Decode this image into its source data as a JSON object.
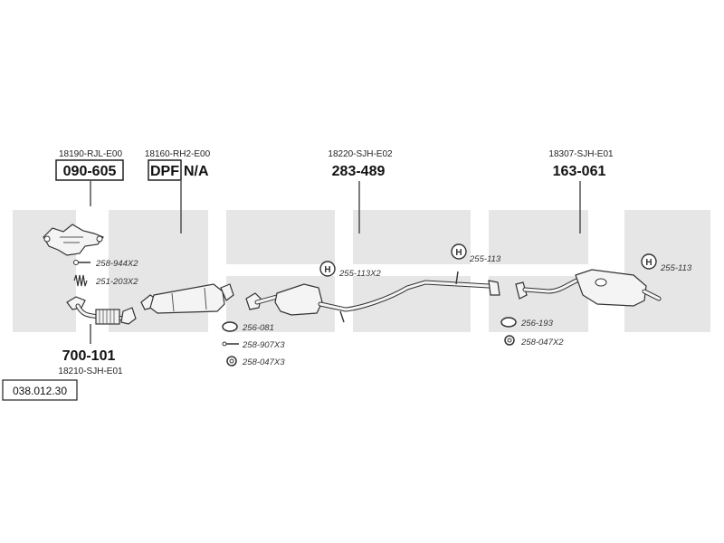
{
  "diagram_id": "038.012.30",
  "colors": {
    "background_band": "#e6e6e6",
    "line": "#333333",
    "text": "#111111"
  },
  "parts": [
    {
      "oe": "18190-RJL-E00",
      "number": "090-605",
      "boxed": true
    },
    {
      "oe": "18160-RH2-E00",
      "prefix": "DPF",
      "number": "N/A"
    },
    {
      "oe": "18220-SJH-E02",
      "number": "283-489"
    },
    {
      "oe": "18307-SJH-E01",
      "number": "163-061"
    },
    {
      "oe": "18210-SJH-E01",
      "number": "700-101"
    }
  ],
  "accessories": [
    {
      "code": "258-944X2",
      "icon": "bolt-icon"
    },
    {
      "code": "251-203X2",
      "icon": "spring-icon"
    },
    {
      "code": "256-081",
      "icon": "gasket-ring-icon"
    },
    {
      "code": "258-907X3",
      "icon": "bolt-icon"
    },
    {
      "code": "258-047X3",
      "icon": "nut-icon"
    },
    {
      "code": "255-113X2",
      "icon": "hanger-icon"
    },
    {
      "code": "255-113",
      "icon": "hanger-icon"
    },
    {
      "code": "255-113",
      "icon": "hanger-icon"
    },
    {
      "code": "256-193",
      "icon": "gasket-ring-icon"
    },
    {
      "code": "258-047X2",
      "icon": "nut-icon"
    }
  ]
}
